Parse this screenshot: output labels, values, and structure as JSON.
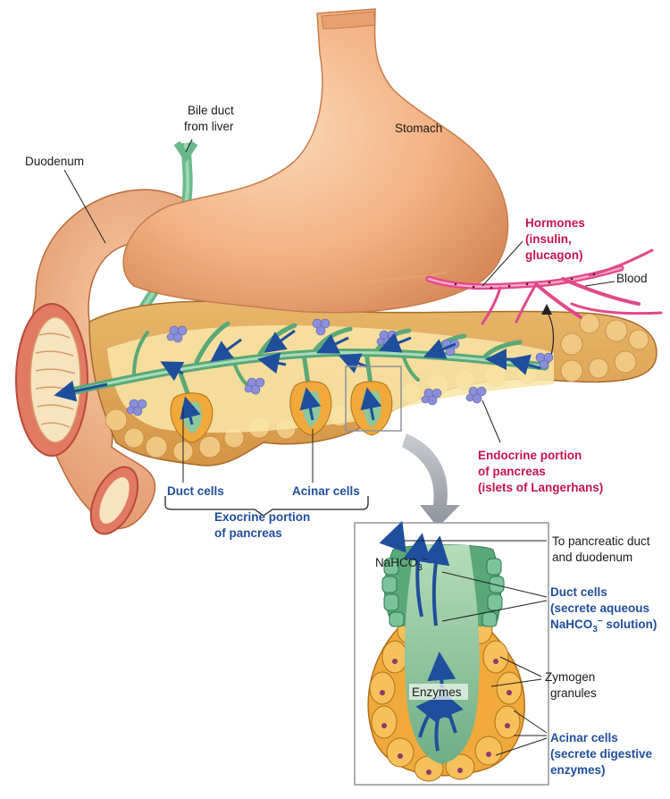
{
  "labels": {
    "bile_duct": [
      "Bile duct",
      "from liver"
    ],
    "stomach": "Stomach",
    "duodenum": "Duodenum",
    "hormones": [
      "Hormones",
      "(insulin,",
      "glucagon)"
    ],
    "blood": "Blood",
    "endocrine": [
      "Endocrine portion",
      "of pancreas",
      "(islets of Langerhans)"
    ],
    "duct_cells": "Duct cells",
    "acinar_cells": "Acinar cells",
    "exocrine": [
      "Exocrine portion",
      "of pancreas"
    ],
    "to_duct": [
      "To pancreatic duct",
      "and duodenum"
    ],
    "nahco3": "NaHCO",
    "nahco3_sub": "3",
    "nahco3_sup": "−",
    "duct_cells_detail": [
      "Duct cells",
      "(secrete aqueous",
      "NaHCO",
      "3",
      "−",
      " solution)"
    ],
    "zymogen": [
      "Zymogen",
      "granules"
    ],
    "enzymes": "Enzymes",
    "acinar_detail": [
      "Acinar cells",
      "(secrete digestive",
      "enzymes)"
    ]
  },
  "colors": {
    "stomach": "#f3b183",
    "pancreas": "#f4d88e",
    "duct": "#7cc39a",
    "arrow": "#1f4e9c",
    "blood": "#e0488a",
    "acinar": "#f0a93a",
    "islet": "#8a8fd8"
  }
}
